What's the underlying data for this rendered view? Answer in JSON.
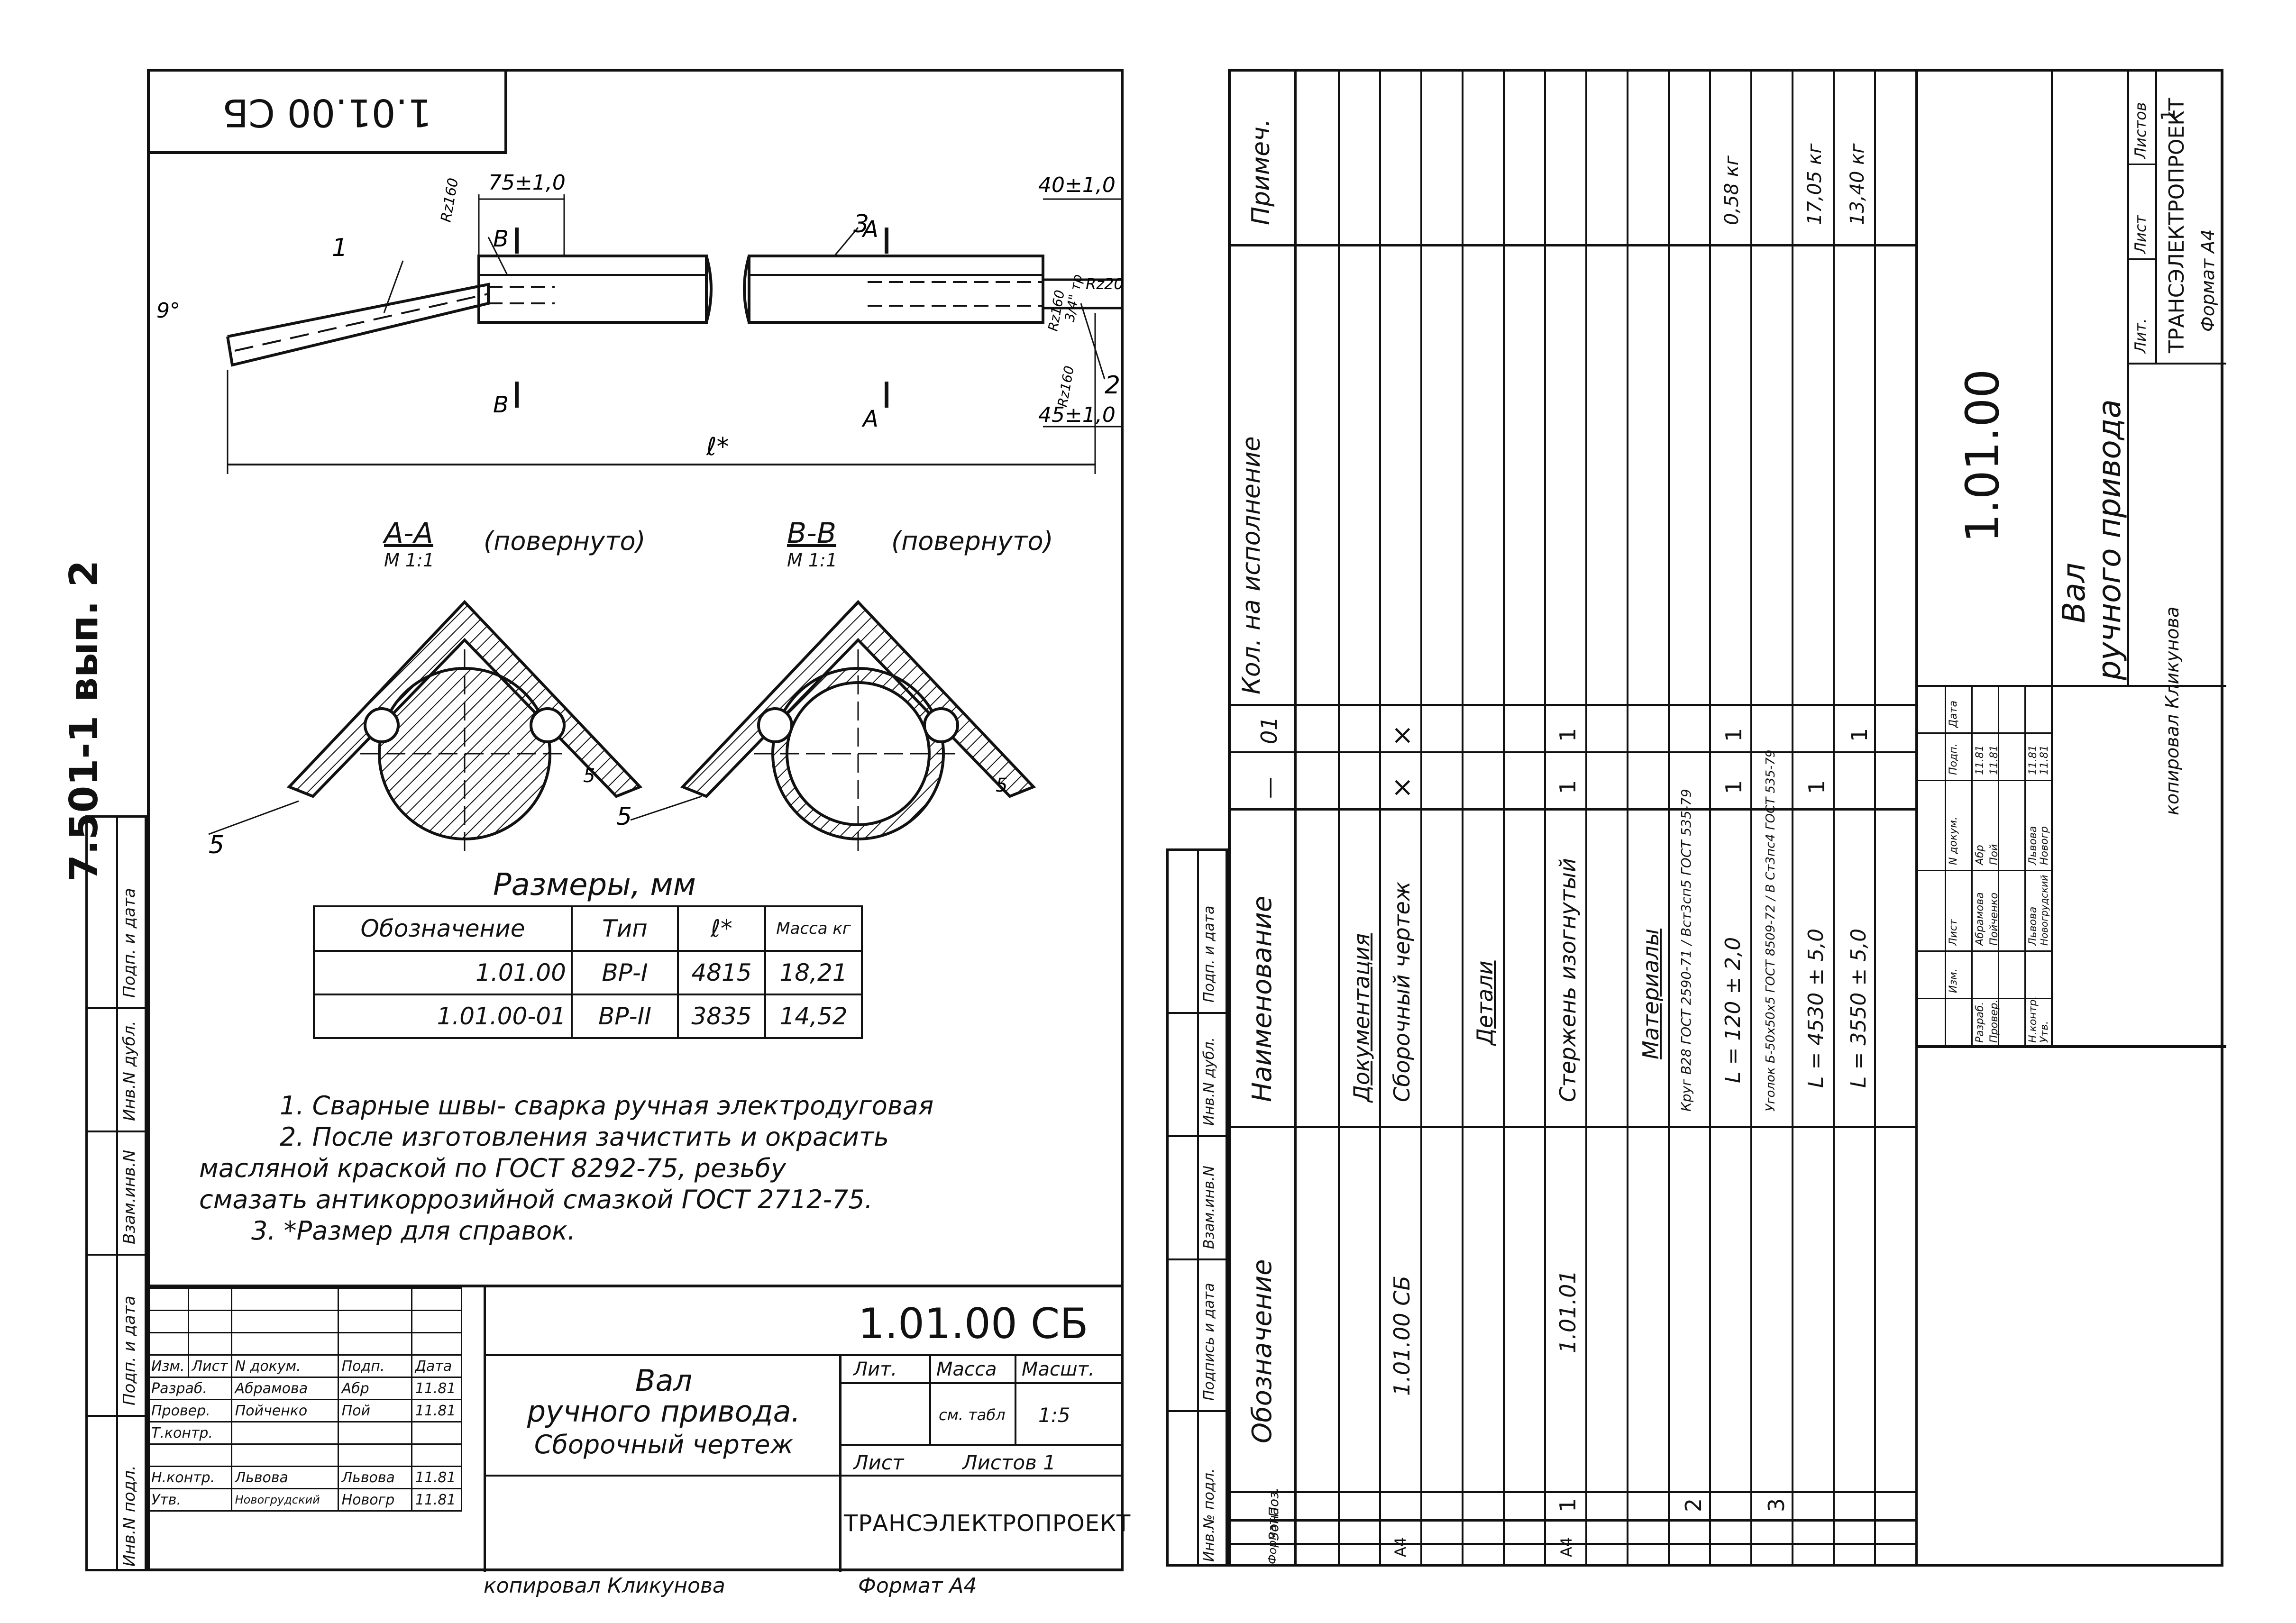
{
  "left_sheet": {
    "doc_code_top": "1.01.00 СБ",
    "side_series": "7.501-1 вып. 2",
    "side_cells": [
      "Подп. и дата",
      "Инв.N дубл.",
      "Взам.инв.N",
      "Подп. и дата",
      "Инв.N подл."
    ],
    "dims": {
      "d75": "75±1,0",
      "d40": "40±1,0",
      "d45": "45±1,0",
      "rz160a": "Rz160",
      "rz160b": "Rz160",
      "rz160c": "Rz160",
      "rz20": "Rz20",
      "thread": "3/4\" тр",
      "angle": "9°",
      "length": "ℓ*",
      "b_top": "B",
      "b_bot": "B",
      "a_top": "A",
      "a_bot": "A",
      "pos1": "1",
      "pos2": "2",
      "pos3": "3"
    },
    "section_aa": {
      "title": "А-А",
      "scale": "М 1:1",
      "note": "(повернуто)",
      "dim5a": "5",
      "dim5b": "5"
    },
    "section_bb": {
      "title": "В-В",
      "scale": "М 1:1",
      "note": "(повернуто)",
      "dim5a": "5",
      "dim5b": "5"
    },
    "size_table": {
      "caption": "Размеры, мм",
      "headers": [
        "Обозначение",
        "Тип",
        "ℓ*",
        "Масса кг"
      ],
      "rows": [
        [
          "1.01.00",
          "ВР-I",
          "4815",
          "18,21"
        ],
        [
          "1.01.00-01",
          "ВР-II",
          "3835",
          "14,52"
        ]
      ]
    },
    "notes": [
      "1. Сварные швы- сварка ручная электродуговая",
      "2. После изготовления зачистить и окрасить",
      "масляной краской по ГОСТ 8292-75, резьбу",
      "смазать антикоррозийной смазкой ГОСТ 2712-75.",
      "3. *Размер для справок."
    ],
    "title_block": {
      "code": "1.01.00 СБ",
      "name_line1": "Вал",
      "name_line2": "ручного привода.",
      "name_line3": "Сборочный чертеж",
      "lit_label": "Лит.",
      "mass_label": "Масса",
      "scale_label": "Масшт.",
      "mass_value": "см. табл",
      "scale_value": "1:5",
      "sheet_label": "Лист",
      "sheets_label": "Листов 1",
      "org": "ТРАНСЭЛЕКТРОПРОЕКТ",
      "header_cells": [
        "Изм.",
        "Лист",
        "N докум.",
        "Подп.",
        "Дата"
      ],
      "people": [
        [
          "Разраб.",
          "Абрамова",
          "Абр",
          "11.81"
        ],
        [
          "Провер.",
          "Пойченко",
          "Пой",
          "11.81"
        ],
        [
          "Т.контр.",
          "",
          "",
          ""
        ],
        [
          "",
          "",
          " ",
          ""
        ],
        [
          "Н.контр.",
          "Львова",
          "Львова",
          "11.81"
        ],
        [
          "Утв.",
          "Новогрудский",
          "Новогр",
          "11.81"
        ]
      ]
    },
    "footer_copy": "копировал Кликунова",
    "footer_format": "Формат А4"
  },
  "right_sheet": {
    "side_cells": [
      "Подп. и дата",
      "Инв.N дубл.",
      "Взам.инв.N",
      "Подпись и дата",
      "Инв.№ подл."
    ],
    "columns": {
      "format": "Формат",
      "zone": "Зона",
      "pos": "Поз.",
      "designation": "Обозначение",
      "name": "Наименование",
      "qty_header": "Кол. на исполнение",
      "qty_dash": "—",
      "qty_01": "01",
      "note": "Примеч."
    },
    "rows": [
      {
        "format": "",
        "pos": "",
        "designation": "",
        "name": "",
        "q1": "",
        "q2": "",
        "note": ""
      },
      {
        "format": "",
        "pos": "",
        "designation": "",
        "name": "Документация",
        "q1": "",
        "q2": "",
        "note": "",
        "underline": true
      },
      {
        "format": "А4",
        "pos": "",
        "designation": "1.01.00 СБ",
        "name": "Сборочный чертеж",
        "q1": "×",
        "q2": "×",
        "note": ""
      },
      {
        "format": "",
        "pos": "",
        "designation": "",
        "name": "",
        "q1": "",
        "q2": "",
        "note": ""
      },
      {
        "format": "",
        "pos": "",
        "designation": "",
        "name": "Детали",
        "q1": "",
        "q2": "",
        "note": "",
        "underline": true
      },
      {
        "format": "",
        "pos": "",
        "designation": "",
        "name": "",
        "q1": "",
        "q2": "",
        "note": ""
      },
      {
        "format": "А4",
        "pos": "1",
        "designation": "1.01.01",
        "name": "Стержень изогнутый",
        "q1": "1",
        "q2": "1",
        "note": ""
      },
      {
        "format": "",
        "pos": "",
        "designation": "",
        "name": "",
        "q1": "",
        "q2": "",
        "note": ""
      },
      {
        "format": "",
        "pos": "",
        "designation": "",
        "name": "Материалы",
        "q1": "",
        "q2": "",
        "note": "",
        "underline": true
      },
      {
        "format": "",
        "pos": "2",
        "designation": "",
        "name": "Круг В28 ГОСТ 2590-71 / Вст3сп5 ГОСТ 535-79",
        "q1": "",
        "q2": "",
        "note": ""
      },
      {
        "format": "",
        "pos": "",
        "designation": "",
        "name": "L = 120 ± 2,0",
        "q1": "1",
        "q2": "1",
        "note": "0,58 кг"
      },
      {
        "format": "",
        "pos": "3",
        "designation": "",
        "name": "Уголок Б-50х50х5 ГОСТ 8509-72 / В Ст3пс4 ГОСТ 535-79",
        "q1": "",
        "q2": "",
        "note": ""
      },
      {
        "format": "",
        "pos": "",
        "designation": "",
        "name": "L = 4530 ± 5,0",
        "q1": "1",
        "q2": "",
        "note": "17,05 кг"
      },
      {
        "format": "",
        "pos": "",
        "designation": "",
        "name": "L = 3550 ± 5,0",
        "q1": "",
        "q2": "1",
        "note": "13,40 кг"
      },
      {
        "format": "",
        "pos": "",
        "designation": "",
        "name": "",
        "q1": "",
        "q2": "",
        "note": ""
      }
    ],
    "title_block": {
      "code": "1.01.00",
      "name_line1": "Вал",
      "name_line2": "ручного привода",
      "lit_label": "Лит.",
      "sheet_label": "Лист",
      "sheets_label": "Листов",
      "sheet_no": "1",
      "org": "ТРАНСЭЛЕКТРОПРОЕКТ",
      "header_cells": [
        "Изм.",
        "Лист",
        "N докум.",
        "Подп.",
        "Дата"
      ],
      "people": [
        [
          "Разраб.",
          "Абрамова",
          "Абр",
          "11.81"
        ],
        [
          "Провер.",
          "Пойченко",
          "Пой",
          "11.81"
        ],
        [
          "Н.контр.",
          "Львова",
          "Львова",
          "11.81"
        ],
        [
          "Утв.",
          "Новогрудский",
          "Новогр",
          "11.81"
        ]
      ],
      "footer_copy": "копировал Кликунова",
      "footer_format": "Формат А4"
    }
  }
}
